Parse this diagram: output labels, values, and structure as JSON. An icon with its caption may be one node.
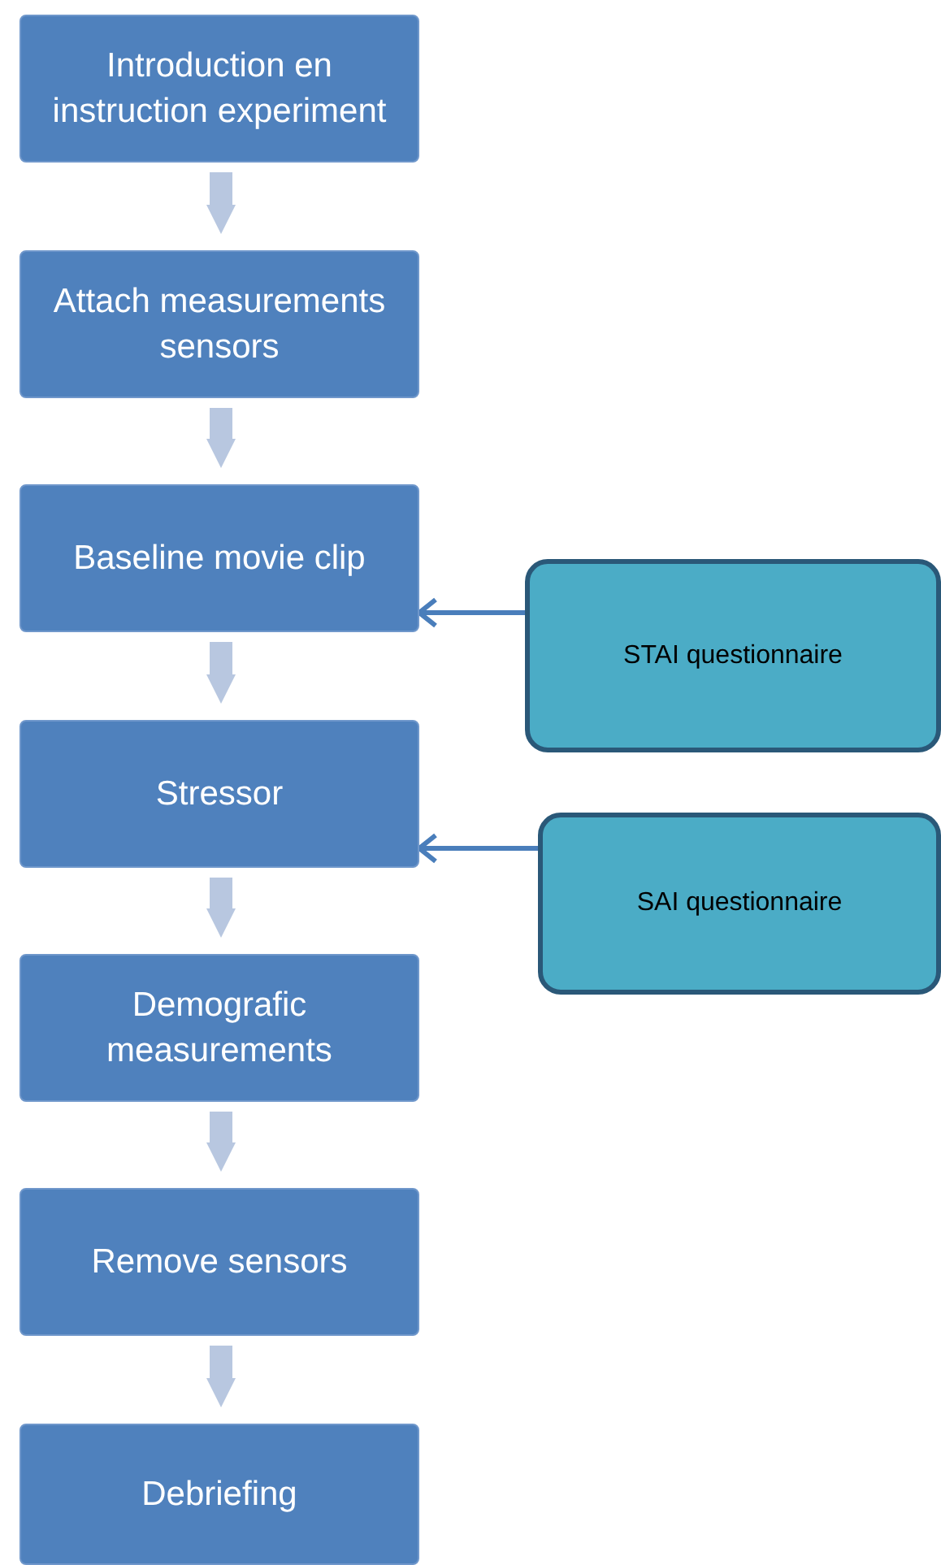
{
  "diagram": {
    "nodes": [
      {
        "text": [
          "Introduction en instruction experiment"
        ]
      },
      {
        "text": [
          "Attach measurements sensors"
        ]
      },
      {
        "text": [
          "Baseline movie clip"
        ]
      },
      {
        "text": [
          "Stressor"
        ]
      },
      {
        "text": [
          "Demografic measurements"
        ]
      },
      {
        "text": [
          "Remove sensors"
        ]
      },
      {
        "text": [
          "Debriefing"
        ]
      },
      {
        "text": [
          "STAI questionnaire"
        ]
      },
      {
        "text": [
          "SAI questionnaire"
        ]
      }
    ],
    "edges": [
      {
        "from": 0,
        "to": 1,
        "arrow": "to"
      },
      {
        "from": 1,
        "to": 2,
        "arrow": "to"
      },
      {
        "from": 2,
        "to": 3,
        "arrow": "to"
      },
      {
        "from": 3,
        "to": 4,
        "arrow": "to"
      },
      {
        "from": 4,
        "to": 5,
        "arrow": "to"
      },
      {
        "from": 5,
        "to": 6,
        "arrow": "to"
      },
      {
        "from": 7,
        "to": 2,
        "arrow": "to",
        "color": "#4a7ebb"
      },
      {
        "from": 8,
        "to": 3,
        "arrow": "to",
        "color": "#4a7ebb"
      }
    ]
  }
}
